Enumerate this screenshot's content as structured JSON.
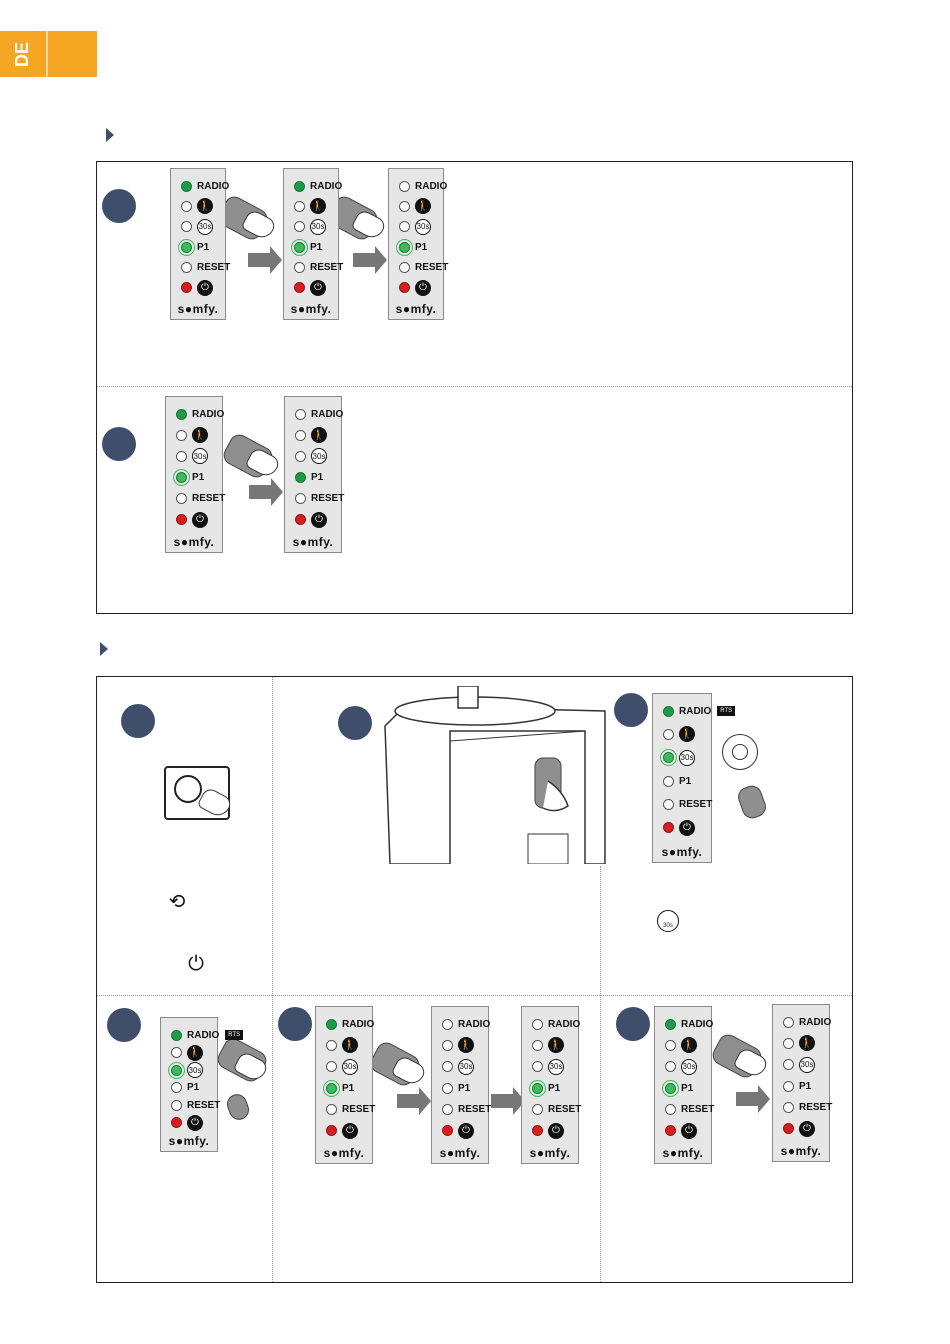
{
  "lang_tab": "DE",
  "panel": {
    "radio": "RADIO",
    "p1": "P1",
    "reset": "RESET",
    "brand": "s●mfy.",
    "rts": "RTS"
  },
  "icons": {
    "pedestrian": "pedestrian-icon",
    "timer": "timer-30s-icon",
    "power": "power-icon",
    "remote": "remote-control-icon",
    "target": "target-icon"
  },
  "timer_label": "30s",
  "colors": {
    "accent": "#f5a623",
    "bullet": "#3f4f6b",
    "led_green": "#1f9a4a",
    "led_red": "#d32020"
  }
}
